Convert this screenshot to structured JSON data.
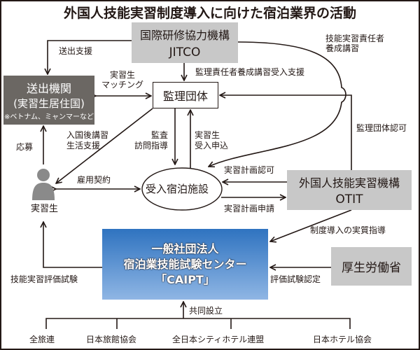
{
  "title": "外国人技能実習制度導入に向けた宿泊業界の活動",
  "nodes": {
    "jitco": {
      "line1": "国際研修協力機構",
      "line2": "JITCO"
    },
    "sending": {
      "line1": "送出機関",
      "line2": "(実習生居住国)",
      "note": "※ベトナム、ミャンマーなど"
    },
    "supervising": "監理団体",
    "trainee": "実習生",
    "facility": "受入宿泊施設",
    "otit": {
      "line1": "外国人技能実習機構",
      "line2": "OTIT"
    },
    "caipt": {
      "line1": "一般社団法人",
      "line2": "宿泊業技能試験センター",
      "line3": "「CAIPT」"
    },
    "mhlw": "厚生労働省",
    "founders": [
      "全旅連",
      "日本旅館協会",
      "全日本シティホテル連盟",
      "日本ホテル協会"
    ]
  },
  "edges": {
    "send_support": "送出支援",
    "training_support": "監理責任者養成講習受入支援",
    "responsible_training": [
      "技能実習責任者",
      "養成講習"
    ],
    "matching": [
      "実習生",
      "マッチング"
    ],
    "post_entry": [
      "入国後講習",
      "生活支援"
    ],
    "audit": [
      "監査",
      "訪問指導"
    ],
    "application": [
      "実習生",
      "受入申込"
    ],
    "approval_org": "監理団体認可",
    "apply": "応募",
    "employment": "雇用契約",
    "plan_approval": "実習計画認可",
    "plan_application": "実習計画申請",
    "guidance": "制度導入の実質指導",
    "exam_cert": "評価試験認定",
    "skill_exam": "技能実習評価試験",
    "joint": "共同設立"
  },
  "colors": {
    "gray_box": "#c8c8c8",
    "dark_box": "#6b6763",
    "caipt_top": "#2f73c0",
    "caipt_bottom": "#8fb6e4",
    "person": "#8a8a8a"
  }
}
